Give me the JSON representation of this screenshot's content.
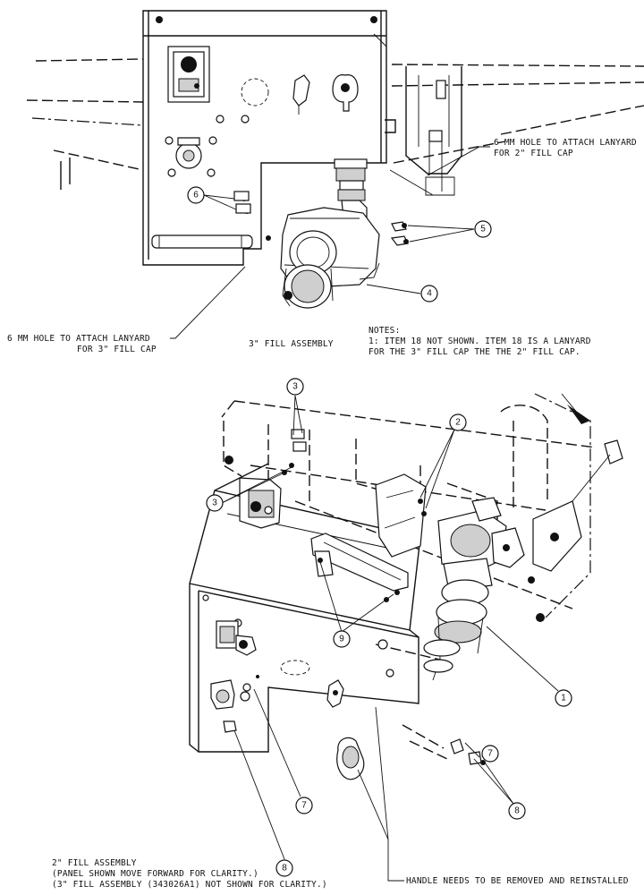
{
  "top_view": {
    "caption": "3\" FILL ASSEMBLY",
    "lanyard_note_2in": [
      "6 MM HOLE TO ATTACH LANYARD",
      "FOR 2\" FILL CAP"
    ],
    "lanyard_note_3in": [
      "6 MM HOLE TO ATTACH LANYARD",
      "FOR 3\" FILL CAP"
    ],
    "notes": [
      "NOTES:",
      "1:  ITEM 18 NOT SHOWN.  ITEM 18 IS A LANYARD",
      "FOR THE 3\" FILL CAP THE THE 2\" FILL CAP."
    ],
    "callouts": [
      "6",
      "5",
      "4"
    ]
  },
  "bottom_view": {
    "caption": [
      "2\" FILL ASSEMBLY",
      "(PANEL SHOWN MOVE FORWARD FOR CLARITY.)",
      "(3\" FILL ASSEMBLY (343026A1) NOT SHOWN FOR CLARITY.)"
    ],
    "handle_note": "HANDLE NEEDS TO BE REMOVED AND REINSTALLED",
    "callouts": [
      "3",
      "3",
      "2",
      "9",
      "1",
      "7",
      "7",
      "8",
      "8"
    ]
  }
}
